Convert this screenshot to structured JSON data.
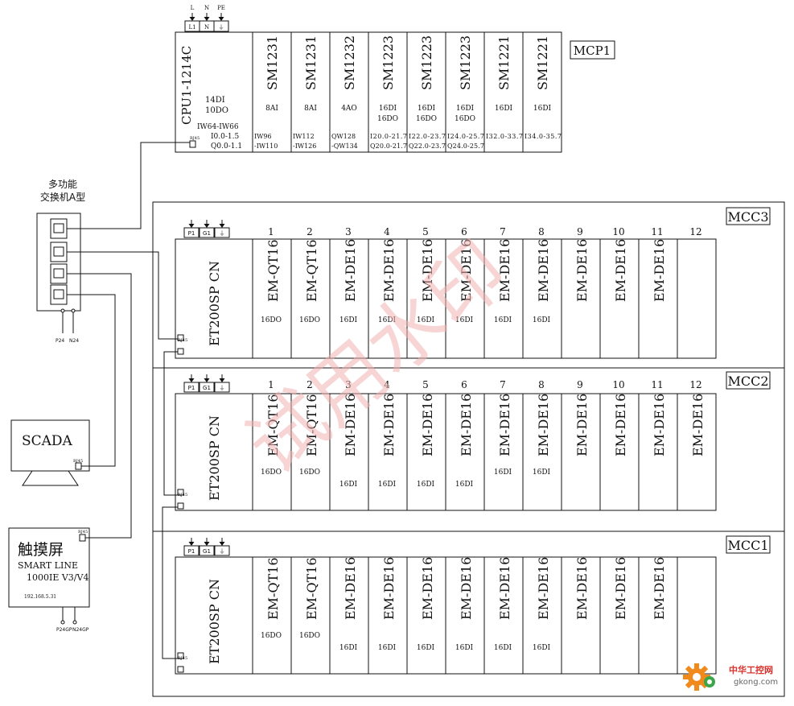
{
  "mcp1": {
    "title": "MCP1",
    "power": [
      "L",
      "N",
      "PE"
    ],
    "power_boxes": [
      "L1",
      "N",
      "⏚"
    ],
    "cpu": {
      "name": "CPU1-1214C",
      "io1": "14DI",
      "io2": "10DO",
      "addr_main": "IW64-IW66",
      "addr1": "I0.0-1.5",
      "addr2": "Q0.0-1.1",
      "port": "RJ45"
    },
    "modules": [
      {
        "name": "SM1231",
        "io": [
          "8AI"
        ],
        "addr": [
          "IW96",
          "-IW110"
        ]
      },
      {
        "name": "SM1231",
        "io": [
          "8AI"
        ],
        "addr": [
          "IW112",
          "-IW126"
        ]
      },
      {
        "name": "SM1232",
        "io": [
          "4AO"
        ],
        "addr": [
          "QW128",
          "-QW134"
        ]
      },
      {
        "name": "SM1223",
        "io": [
          "16DI",
          "16DO"
        ],
        "addr": [
          "I20.0-21.7",
          "Q20.0-21.7"
        ]
      },
      {
        "name": "SM1223",
        "io": [
          "16DI",
          "16DO"
        ],
        "addr": [
          "I22.0-23.7",
          "Q22.0-23.7"
        ]
      },
      {
        "name": "SM1223",
        "io": [
          "16DI",
          "16DO"
        ],
        "addr": [
          "I24.0-25.7",
          "Q24.0-25.7"
        ]
      },
      {
        "name": "SM1221",
        "io": [
          "16DI"
        ],
        "addr": [
          "I32.0-33.7",
          ""
        ]
      },
      {
        "name": "SM1221",
        "io": [
          "16DI"
        ],
        "addr": [
          "I34.0-35.7",
          ""
        ]
      }
    ]
  },
  "switch": {
    "title1": "多功能",
    "title2": "交换机A型",
    "p24": "P24",
    "n24": "N24"
  },
  "scada": {
    "title": "SCADA",
    "port": "RJ45"
  },
  "hmi": {
    "title": "触摸屏",
    "model1": "SMART LINE",
    "model2": "1000IE V3/V4",
    "ip": "192.168.5.31",
    "port": "RJ45",
    "p24": "P24GP",
    "n24": "N24GP"
  },
  "mcc_common": {
    "et200": "ET200SP CN",
    "power": [
      "P1",
      "G1",
      "⏚"
    ],
    "port": "RJ45"
  },
  "mcc": [
    {
      "title": "MCC3",
      "slots": [
        "1",
        "2",
        "3",
        "4",
        "5",
        "6",
        "7",
        "8",
        "9",
        "10",
        "11",
        "12"
      ],
      "modules": [
        {
          "name": "EM-QT16",
          "io": "16DO"
        },
        {
          "name": "EM-QT16",
          "io": "16DO"
        },
        {
          "name": "EM-DE16",
          "io": "16DI"
        },
        {
          "name": "EM-DE16",
          "io": "16DI"
        },
        {
          "name": "EM-DE16",
          "io": "16DI"
        },
        {
          "name": "EM-DE16",
          "io": "16DI"
        },
        {
          "name": "EM-DE16",
          "io": "16DI"
        },
        {
          "name": "EM-DE16",
          "io": "16DI"
        },
        {
          "name": "EM-DE16",
          "io": ""
        },
        {
          "name": "EM-DE16",
          "io": ""
        },
        {
          "name": "EM-DE16",
          "io": ""
        },
        {
          "name": "",
          "io": ""
        }
      ]
    },
    {
      "title": "MCC2",
      "slots": [
        "1",
        "2",
        "3",
        "4",
        "5",
        "6",
        "7",
        "8",
        "9",
        "10",
        "11",
        "12"
      ],
      "modules": [
        {
          "name": "EM-QT16",
          "io": "16DO"
        },
        {
          "name": "EM-QT16",
          "io": "16DO"
        },
        {
          "name": "EM-DE16",
          "io": "16DI"
        },
        {
          "name": "EM-DE16",
          "io": "16DI"
        },
        {
          "name": "EM-DE16",
          "io": "16DI"
        },
        {
          "name": "EM-DE16",
          "io": "16DI"
        },
        {
          "name": "EM-DE16",
          "io": "16DI"
        },
        {
          "name": "EM-DE16",
          "io": "16DI"
        },
        {
          "name": "EM-DE16",
          "io": ""
        },
        {
          "name": "EM-DE16",
          "io": ""
        },
        {
          "name": "EM-DE16",
          "io": ""
        },
        {
          "name": "EM-DE16",
          "io": ""
        }
      ]
    },
    {
      "title": "MCC1",
      "slots": [],
      "modules": [
        {
          "name": "EM-QT16",
          "io": "16DO"
        },
        {
          "name": "EM-QT16",
          "io": "16DO"
        },
        {
          "name": "EM-DE16",
          "io": "16DI"
        },
        {
          "name": "EM-DE16",
          "io": "16DI"
        },
        {
          "name": "EM-DE16",
          "io": "16DI"
        },
        {
          "name": "EM-DE16",
          "io": "16DI"
        },
        {
          "name": "EM-DE16",
          "io": "16DI"
        },
        {
          "name": "EM-DE16",
          "io": "16DI"
        },
        {
          "name": "EM-DE16",
          "io": ""
        },
        {
          "name": "EM-DE16",
          "io": ""
        },
        {
          "name": "EM-DE16",
          "io": ""
        },
        {
          "name": "",
          "io": ""
        }
      ]
    }
  ],
  "watermark": "试用水印",
  "brand": {
    "name": "中华工控网",
    "url": "gkong.com"
  },
  "colors": {
    "line": "#111111",
    "watermark": "#f2b3b3",
    "brand_orange": "#f08a1c",
    "brand_red": "#d9302a"
  }
}
